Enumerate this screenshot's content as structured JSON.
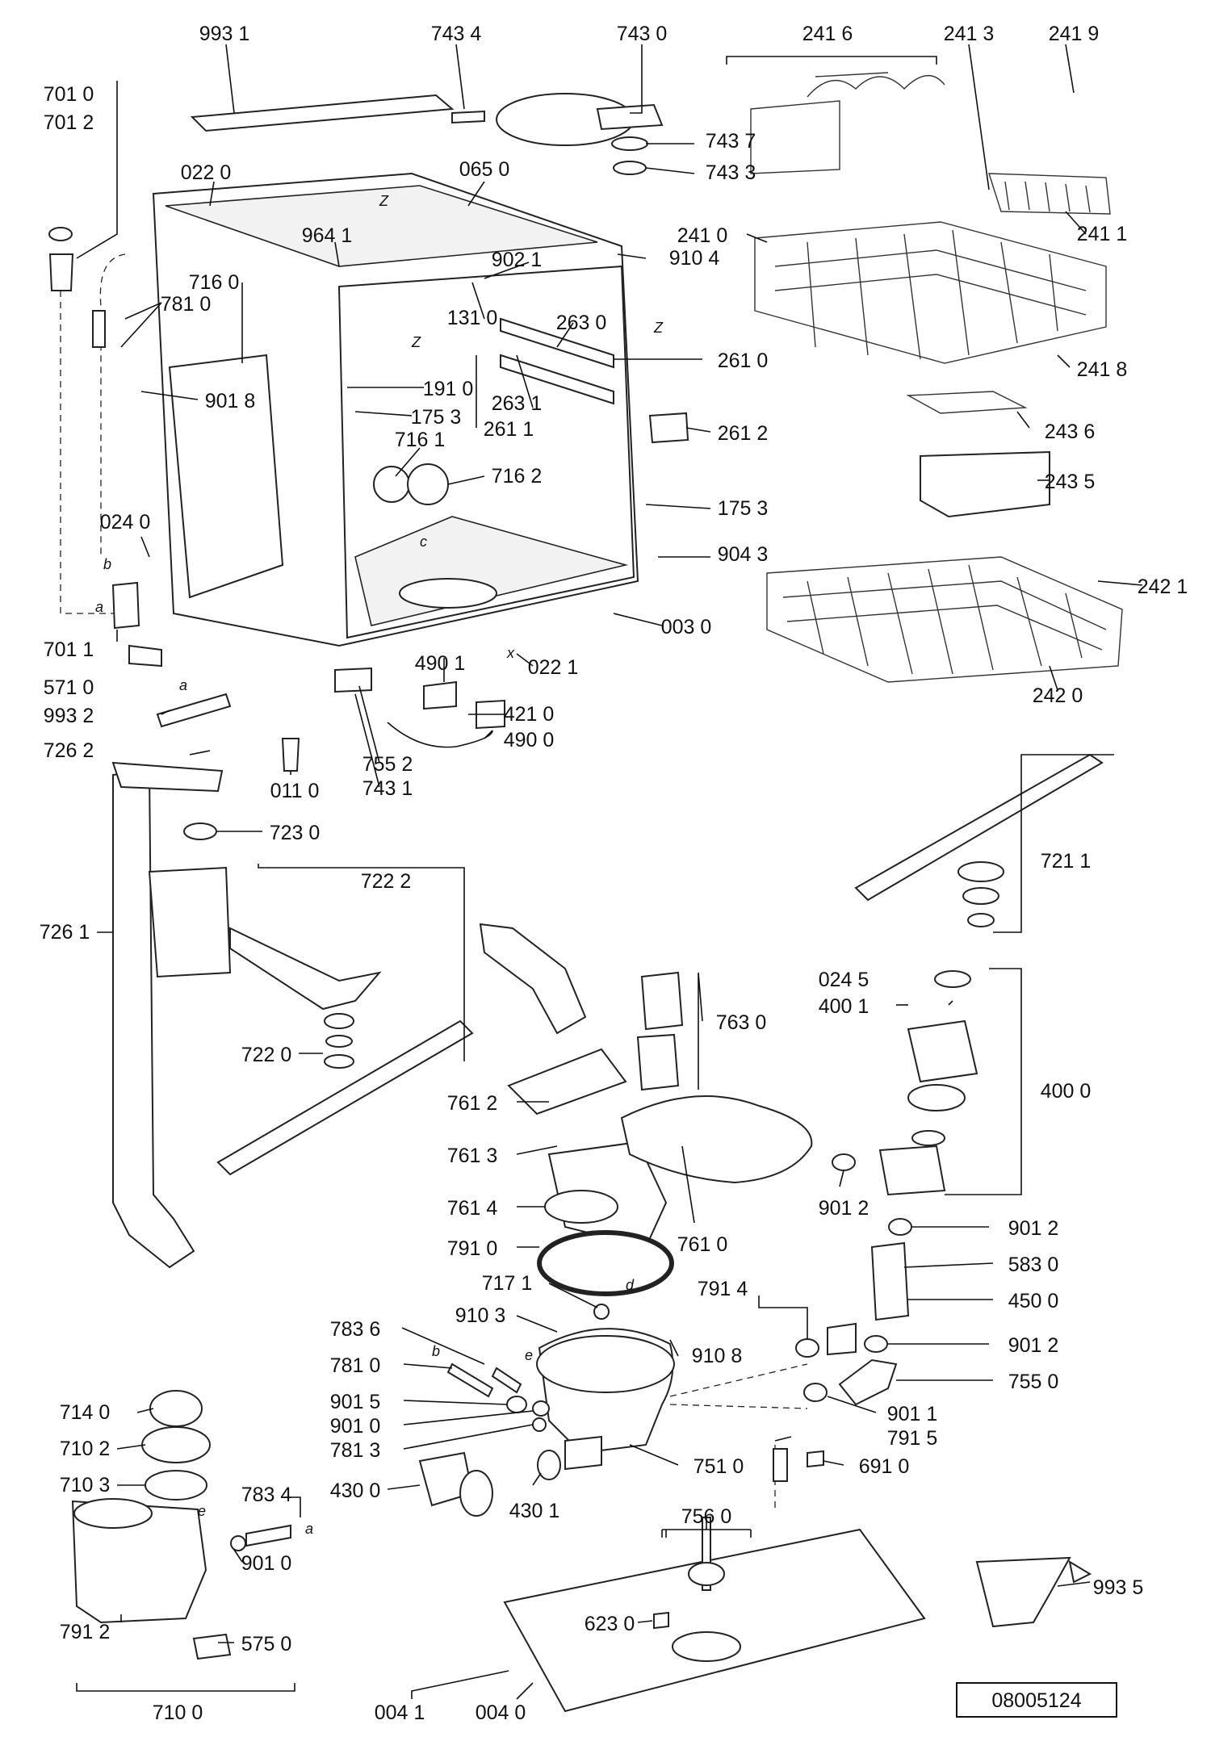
{
  "labels": [
    "993 1",
    "743 4",
    "743 0",
    "241 6",
    "241 3",
    "241 9",
    "701 0",
    "701 2",
    "743 7",
    "743 3",
    "022 0",
    "065 0",
    "964 1",
    "241 0",
    "902 1",
    "910 4",
    "241 1",
    "716 0",
    "781 0",
    "131 0",
    "263 0",
    "261 0",
    "241 8",
    "191 0",
    "901 8",
    "175 3",
    "263 1",
    "261 1",
    "261 2",
    "243 6",
    "716 1",
    "716 2",
    "243 5",
    "175 3",
    "024 0",
    "904 3",
    "242 1",
    "701 1",
    "003 0",
    "571 0",
    "490 1",
    "022 1",
    "242 0",
    "421 0",
    "993 2",
    "490 0",
    "726 2",
    "755 2",
    "011 0",
    "743 1",
    "723 0",
    "721 1",
    "722 2",
    "726 1",
    "763 0",
    "024 5",
    "400 1",
    "722 0",
    "400 0",
    "761 2",
    "761 3",
    "761 0",
    "901 2",
    "761 4",
    "901 2",
    "791 0",
    "583 0",
    "717 1",
    "791 4",
    "450 0",
    "910 3",
    "783 6",
    "910 8",
    "781 0",
    "901 2",
    "901 5",
    "755 0",
    "901 0",
    "901 1",
    "781 3",
    "714 0",
    "791 5",
    "710 2",
    "751 0",
    "691 0",
    "710 3",
    "783 4",
    "430 0",
    "430 1",
    "756 0",
    "993 5",
    "901 0",
    "623 0",
    "791 2",
    "575 0",
    "710 0",
    "004 1",
    "004 0"
  ],
  "callout_letters": [
    "Z",
    "Z",
    "Z",
    "b",
    "a",
    "a",
    "c",
    "x",
    "d",
    "b",
    "e",
    "e",
    "a"
  ],
  "document_number": "08005124"
}
